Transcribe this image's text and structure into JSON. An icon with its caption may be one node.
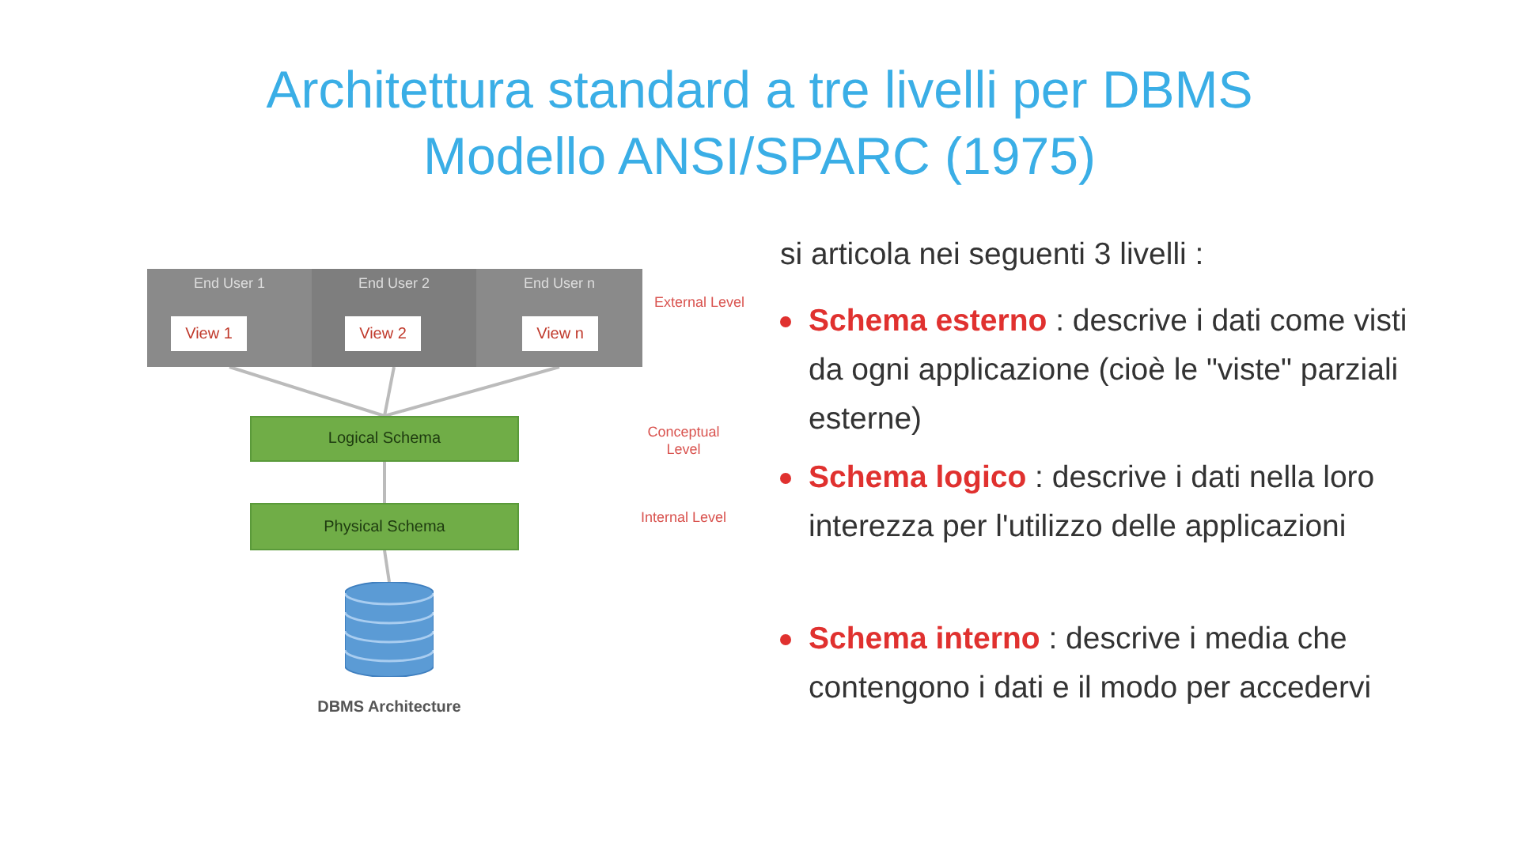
{
  "diagram": {
    "title": "Architettura standard a tre livelli per DBMS Modello ANSI/SPARC (1975)",
    "nodes": [
      {
        "text": [],
        "shape": "box"
      },
      {
        "text": [
          "End User 1"
        ],
        "in": 0
      },
      {
        "text": [
          "End User 2"
        ],
        "in": 0
      },
      {
        "text": [
          "End User n"
        ],
        "in": 0
      },
      {
        "text": [
          "View 1"
        ],
        "in": 1
      },
      {
        "text": [
          "View 2"
        ],
        "in": 2
      },
      {
        "text": [
          "View n"
        ],
        "in": 3
      },
      {
        "text": [
          "Logical Schema"
        ]
      },
      {
        "text": [
          "Physical Schema"
        ]
      },
      {
        "text": [],
        "shape": "cylinder",
        "beside": [
          "DBMS Architecture"
        ]
      }
    ],
    "edges": [
      {
        "from": 1,
        "to": 7,
        "arrow": "none"
      },
      {
        "from": 2,
        "to": 7,
        "arrow": "none"
      },
      {
        "from": 3,
        "to": 7,
        "arrow": "none"
      },
      {
        "from": 7,
        "to": 8,
        "arrow": "none"
      },
      {
        "from": 8,
        "to": 9,
        "arrow": "none"
      }
    ],
    "labels": [
      "External Level",
      "Conceptual Level",
      "Internal Level",
      "si articola nei seguenti 3 livelli :",
      "**Schema esterno** : descrive i dati come visti da ogni applicazione (cioè le \"viste\" parziali esterne)",
      "**Schema logico** : descrive i dati nella loro interezza per l'utilizzo delle applicazioni",
      "**Schema interno** : descrive i media che contengono i dati e il modo per accedervi"
    ]
  }
}
